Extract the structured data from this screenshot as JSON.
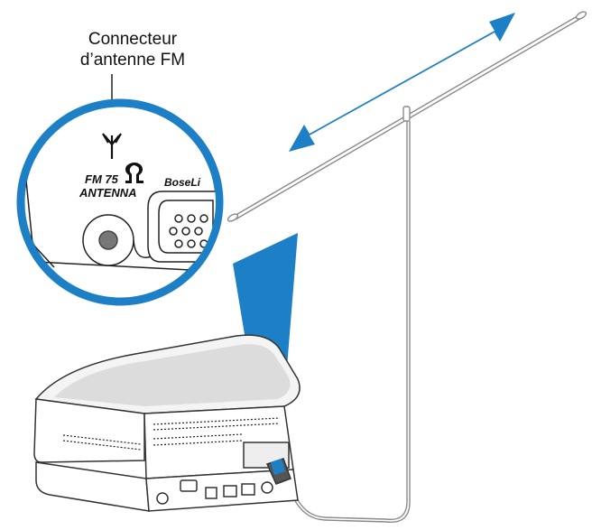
{
  "callout": {
    "line1": "Connecteur",
    "line2": "d’antenne FM"
  },
  "panel": {
    "fm_line": "FM 75",
    "antenna_line": "ANTENNA",
    "boselink": "BoseLi"
  },
  "icons": {
    "antenna_symbol": "antenna-icon",
    "ohm_symbol": "ohm-icon",
    "direction_arrow": "double-arrow-icon"
  },
  "colors": {
    "callout_blue": "#1d7fc6",
    "line_gray": "#8a8a8a",
    "text": "#111111"
  }
}
